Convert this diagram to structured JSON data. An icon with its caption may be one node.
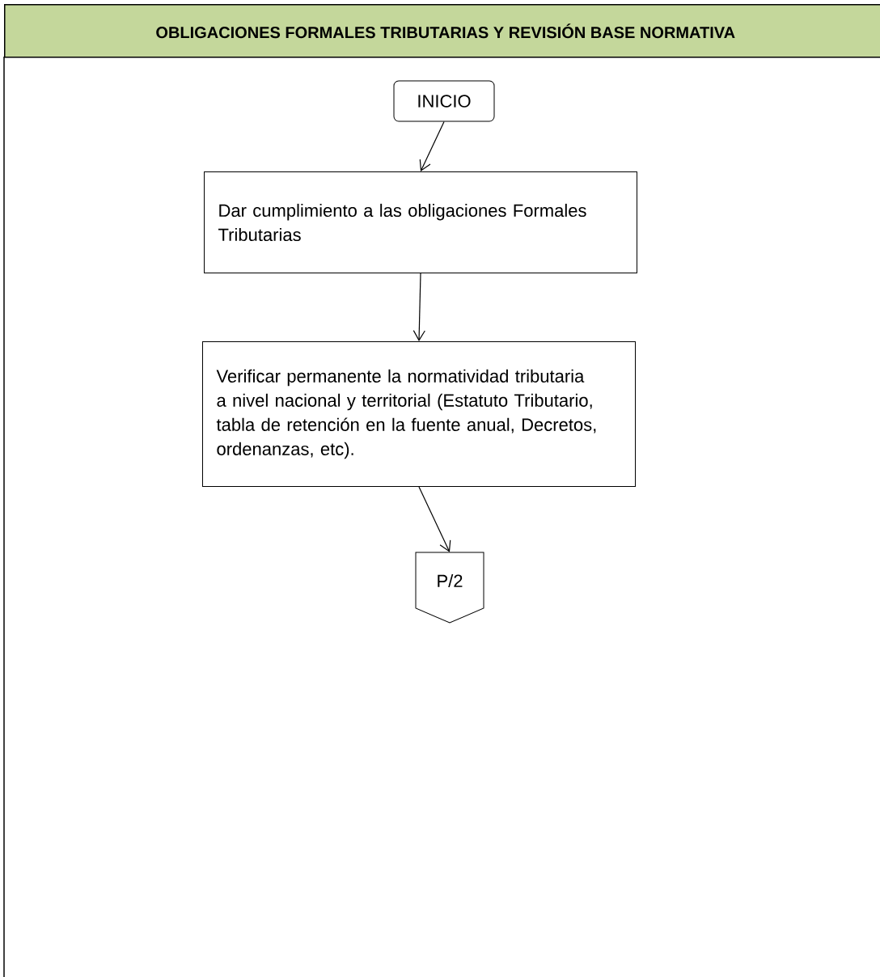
{
  "diagram": {
    "title": "OBLIGACIONES FORMALES TRIBUTARIAS Y REVISIÓN BASE NORMATIVA",
    "nodes": [
      {
        "text": [
          "INICIO"
        ]
      },
      {
        "text": [
          "Dar cumplimiento a las obligaciones Formales Tributarias"
        ]
      },
      {
        "text": [
          "Verificar permanente la normatividad tributaria a nivel nacional y territorial (Estatuto Tributario, tabla de retención en la fuente anual, Decretos, ordenanzas, etc)."
        ]
      },
      {
        "text": [
          "P/2"
        ]
      }
    ],
    "edges": [
      {
        "from": 0,
        "to": 1,
        "arrow": "to"
      },
      {
        "from": 1,
        "to": 2,
        "arrow": "to"
      },
      {
        "from": 2,
        "to": 3,
        "arrow": "to"
      }
    ]
  }
}
